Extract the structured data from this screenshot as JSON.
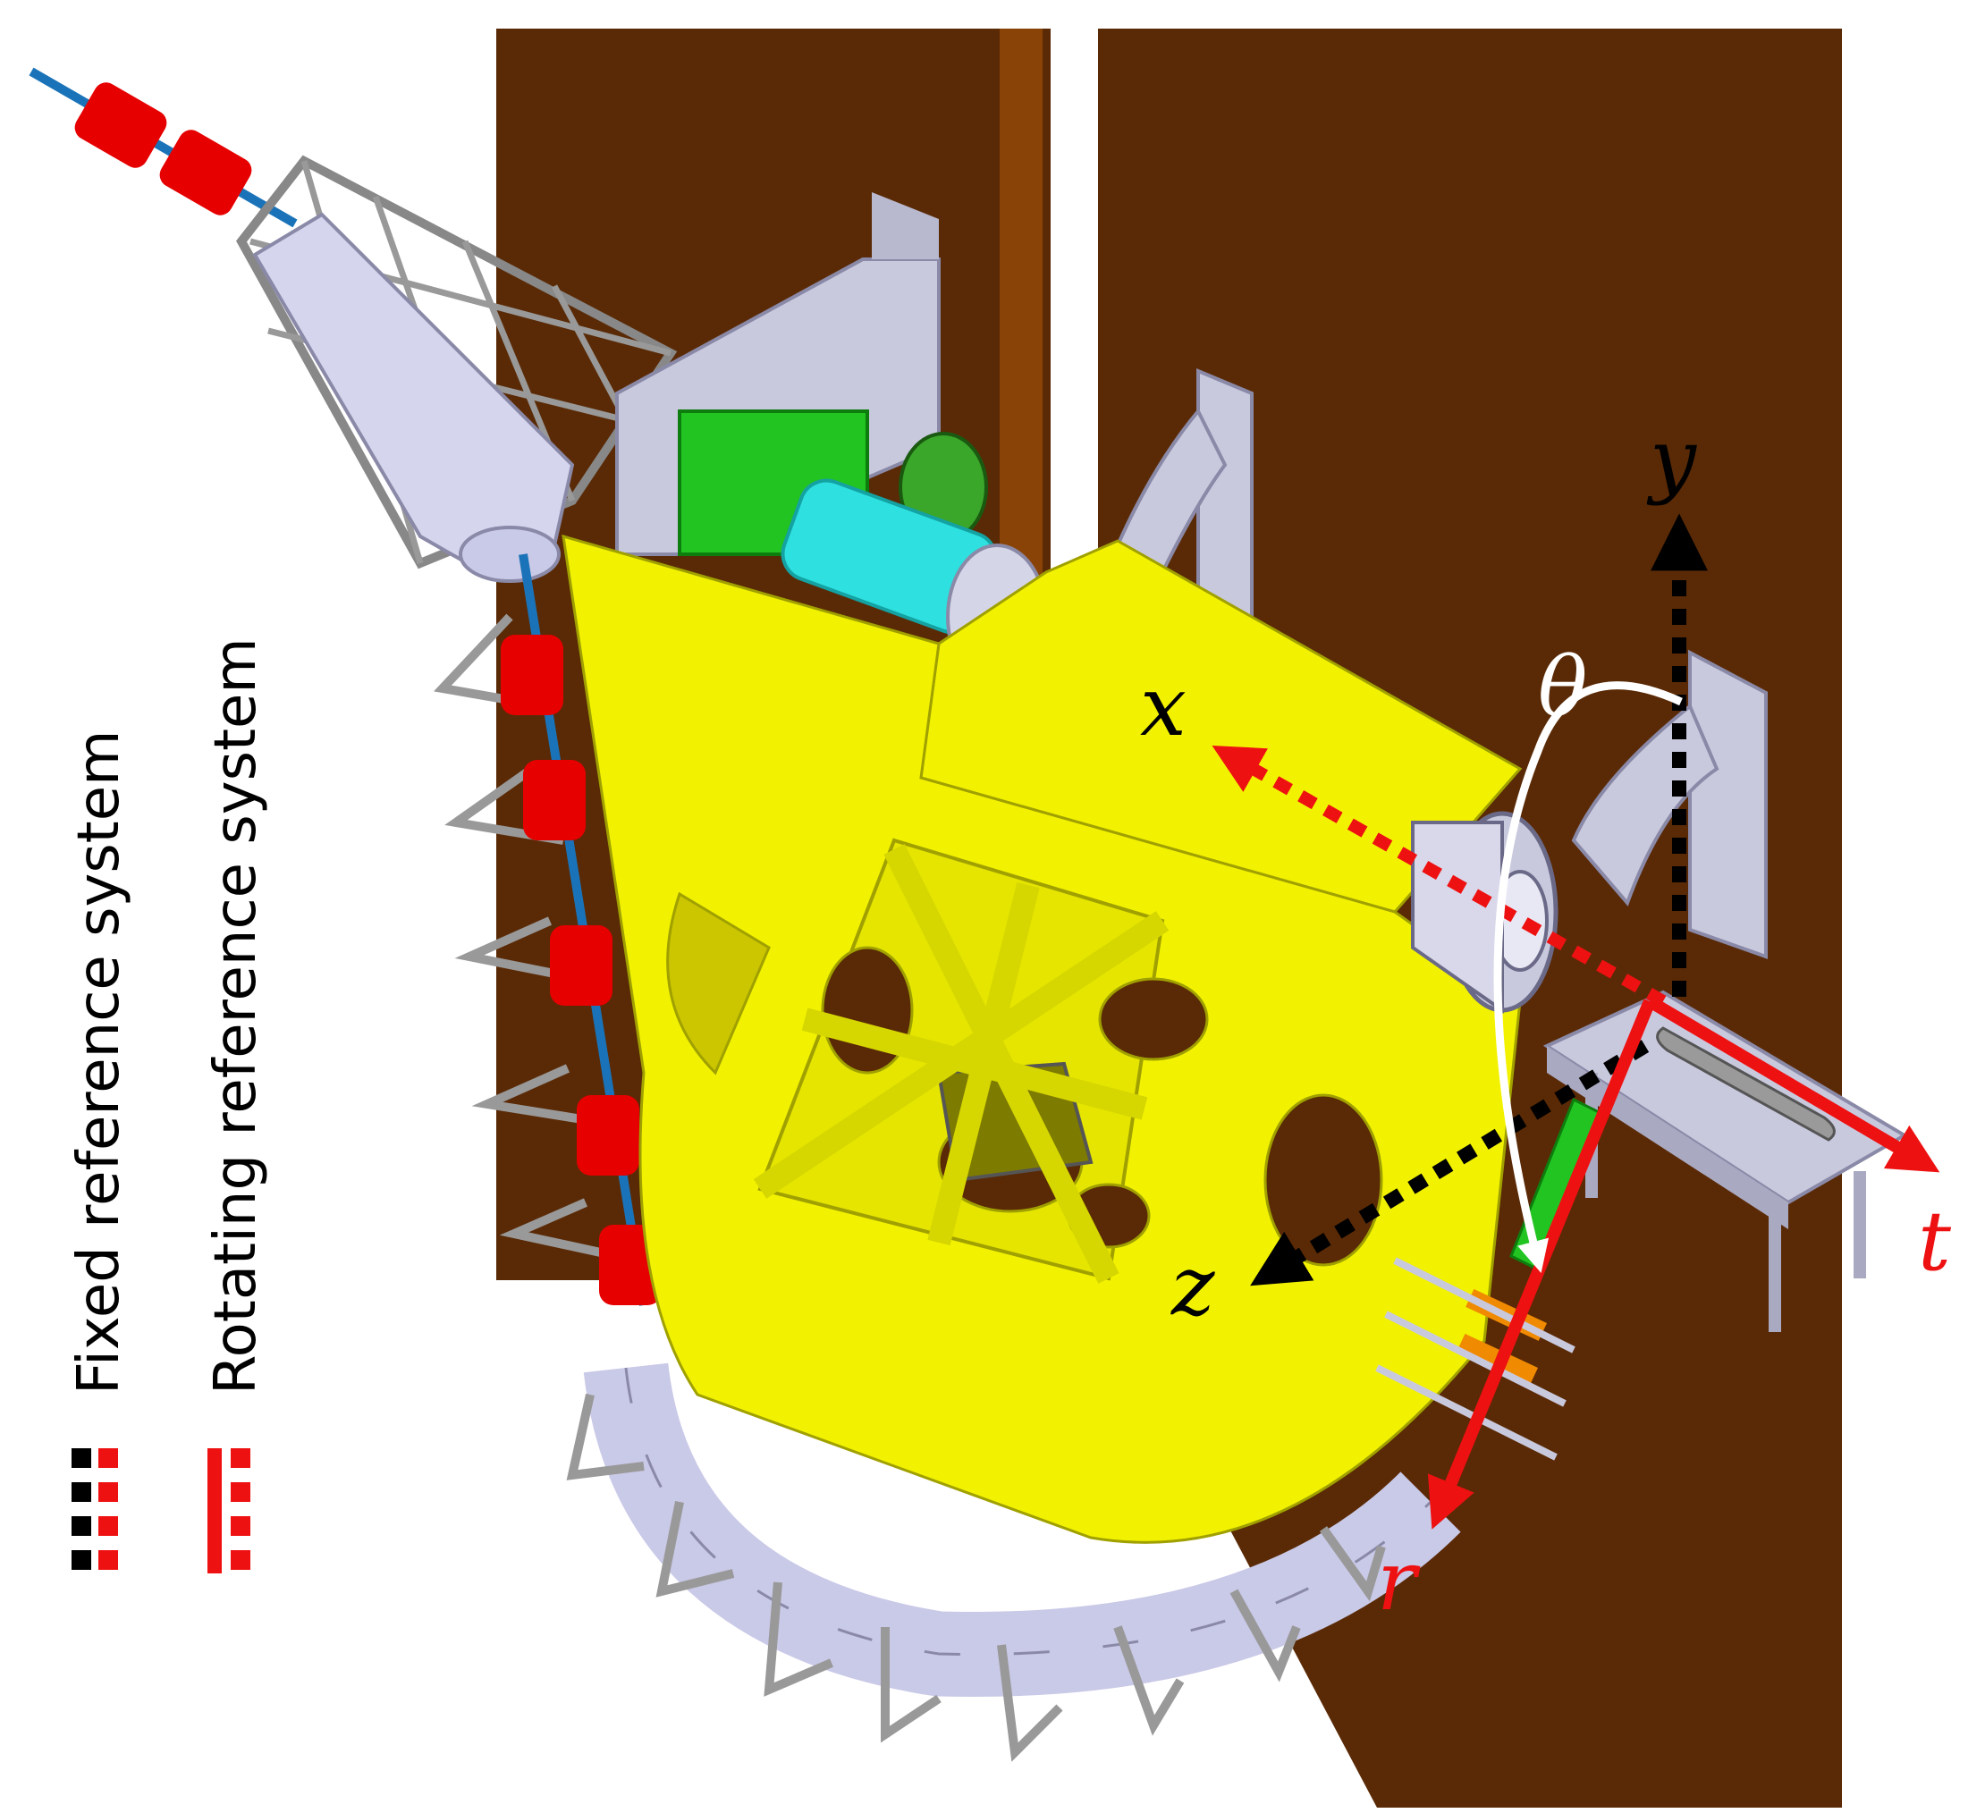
{
  "legend": {
    "fixed_label": "Fixed reference system",
    "rotating_label": "Rotating reference system"
  },
  "axes": {
    "fixed": {
      "x": "x",
      "y": "y",
      "z": "z"
    },
    "rotating": {
      "r": "r",
      "t": "t"
    },
    "rotation": "θ"
  },
  "colors": {
    "wall": "#5a2a06",
    "wall_edge": "#8a4306",
    "frame_yellow": "#f2f200",
    "pipe_lavender": "#c9c9e8",
    "red_mass": "#e60000",
    "gear_green": "#22c422",
    "motor_cyan": "#2ee0e0",
    "rotating_red": "#ee1111",
    "fixed_black": "#000000"
  }
}
